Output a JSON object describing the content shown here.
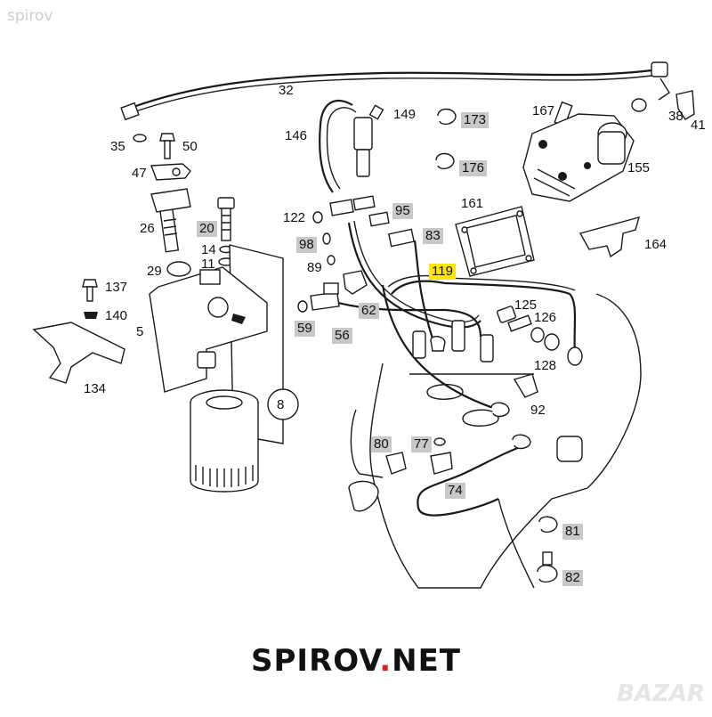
{
  "watermark": "spirov",
  "site_name": {
    "left": "SPIROV",
    "dot": ".",
    "right": "NET"
  },
  "brand_watermark": "BAZAR",
  "highlight_colors": {
    "gray_box": "#c8c8c8",
    "yellow_box": "#ffe600",
    "site_dot": "#dd2222"
  },
  "labels": [
    {
      "id": "32",
      "text": "32",
      "style": "plain"
    },
    {
      "id": "149",
      "text": "149",
      "style": "plain"
    },
    {
      "id": "173",
      "text": "173",
      "style": "gray"
    },
    {
      "id": "167",
      "text": "167",
      "style": "plain"
    },
    {
      "id": "38",
      "text": "38",
      "style": "plain"
    },
    {
      "id": "41",
      "text": "41",
      "style": "plain"
    },
    {
      "id": "146",
      "text": "146",
      "style": "plain"
    },
    {
      "id": "35",
      "text": "35",
      "style": "plain"
    },
    {
      "id": "50",
      "text": "50",
      "style": "plain"
    },
    {
      "id": "176",
      "text": "176",
      "style": "gray"
    },
    {
      "id": "155",
      "text": "155",
      "style": "plain"
    },
    {
      "id": "47",
      "text": "47",
      "style": "plain"
    },
    {
      "id": "161",
      "text": "161",
      "style": "plain"
    },
    {
      "id": "95",
      "text": "95",
      "style": "gray"
    },
    {
      "id": "122",
      "text": "122",
      "style": "plain"
    },
    {
      "id": "26",
      "text": "26",
      "style": "plain"
    },
    {
      "id": "20",
      "text": "20",
      "style": "gray"
    },
    {
      "id": "83",
      "text": "83",
      "style": "gray"
    },
    {
      "id": "164",
      "text": "164",
      "style": "plain"
    },
    {
      "id": "98",
      "text": "98",
      "style": "gray"
    },
    {
      "id": "14",
      "text": "14",
      "style": "plain"
    },
    {
      "id": "11",
      "text": "11",
      "style": "plain"
    },
    {
      "id": "89",
      "text": "89",
      "style": "plain"
    },
    {
      "id": "119",
      "text": "119",
      "style": "yellow"
    },
    {
      "id": "29",
      "text": "29",
      "style": "plain"
    },
    {
      "id": "137",
      "text": "137",
      "style": "plain"
    },
    {
      "id": "125",
      "text": "125",
      "style": "plain"
    },
    {
      "id": "62",
      "text": "62",
      "style": "gray"
    },
    {
      "id": "140",
      "text": "140",
      "style": "plain"
    },
    {
      "id": "126",
      "text": "126",
      "style": "plain"
    },
    {
      "id": "59",
      "text": "59",
      "style": "gray"
    },
    {
      "id": "5",
      "text": "5",
      "style": "plain"
    },
    {
      "id": "56",
      "text": "56",
      "style": "gray"
    },
    {
      "id": "128",
      "text": "128",
      "style": "plain"
    },
    {
      "id": "134",
      "text": "134",
      "style": "plain"
    },
    {
      "id": "92",
      "text": "92",
      "style": "plain"
    },
    {
      "id": "8",
      "text": "8",
      "style": "plain"
    },
    {
      "id": "80",
      "text": "80",
      "style": "gray"
    },
    {
      "id": "77",
      "text": "77",
      "style": "gray"
    },
    {
      "id": "74",
      "text": "74",
      "style": "gray"
    },
    {
      "id": "81",
      "text": "81",
      "style": "gray"
    },
    {
      "id": "82",
      "text": "82",
      "style": "gray"
    }
  ]
}
